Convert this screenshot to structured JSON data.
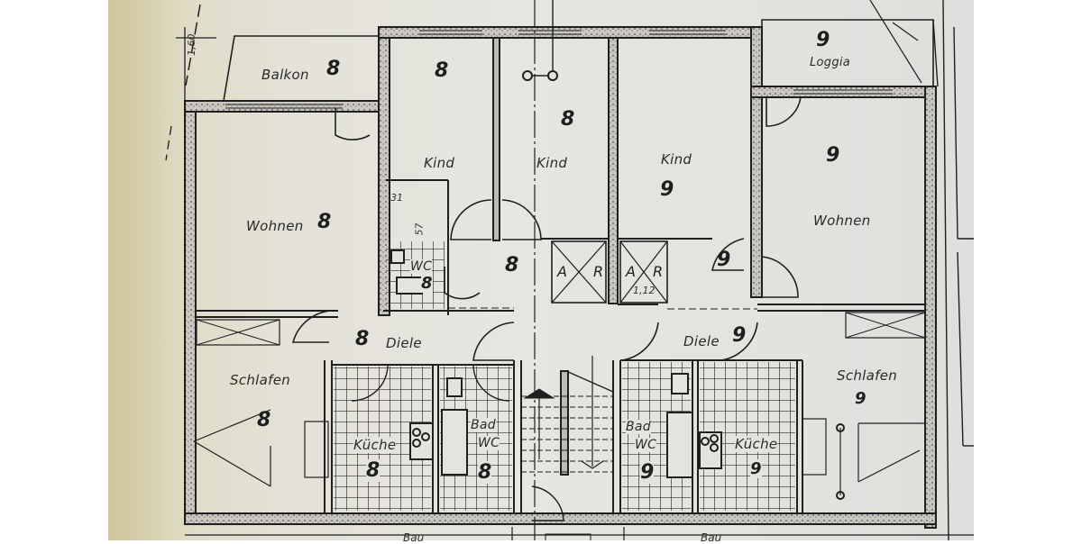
{
  "document": {
    "type": "floor-plan",
    "language": "German",
    "dimension_left": "1,60",
    "dimension_shaft": "1,12",
    "dimension_wc_a": "31",
    "dimension_wc_b": "57",
    "bottom_label": "Bau"
  },
  "unit_8": {
    "rooms": [
      {
        "id": "balkon",
        "label": "Balkon",
        "number": "8"
      },
      {
        "id": "wohnen",
        "label": "Wohnen",
        "number": "8"
      },
      {
        "id": "kind_1",
        "label": "Kind",
        "number": "8"
      },
      {
        "id": "kind_2",
        "label": "Kind",
        "number": "8"
      },
      {
        "id": "wc",
        "label": "WC",
        "number": "8"
      },
      {
        "id": "flur",
        "label": "",
        "number": "8"
      },
      {
        "id": "diele",
        "label": "Diele",
        "number": "8"
      },
      {
        "id": "schlafen",
        "label": "Schlafen",
        "number": "8"
      },
      {
        "id": "kueche",
        "label": "Küche",
        "number": "8"
      },
      {
        "id": "bad",
        "label": "Bad WC",
        "number": "8"
      }
    ]
  },
  "unit_9": {
    "rooms": [
      {
        "id": "loggia",
        "label": "Loggia",
        "number": "9"
      },
      {
        "id": "wohnen",
        "label": "Wohnen",
        "number": "9"
      },
      {
        "id": "kind",
        "label": "Kind",
        "number": "9"
      },
      {
        "id": "flur",
        "label": "",
        "number": "9"
      },
      {
        "id": "diele",
        "label": "Diele",
        "number": "9"
      },
      {
        "id": "schlafen",
        "label": "Schlafen",
        "number": "9"
      },
      {
        "id": "kueche",
        "label": "Küche",
        "number": "9"
      },
      {
        "id": "bad",
        "label": "Bad WC",
        "number": "9"
      }
    ]
  },
  "shafts": [
    {
      "left": "A",
      "right": "R"
    },
    {
      "left": "A",
      "right": "R"
    }
  ],
  "labels": {
    "balkon": "Balkon",
    "wohnen": "Wohnen",
    "kind": "Kind",
    "wc": "WC",
    "diele": "Diele",
    "schlafen": "Schlafen",
    "kueche": "Küche",
    "bad": "Bad",
    "bad_wc": "WC",
    "loggia": "Loggia"
  },
  "colors": {
    "paper": "#e4e3dd",
    "ink": "#1f1f1f",
    "wall_fill": "#bdbbb2",
    "margin": "#ffffff",
    "desk": "#cfc59c"
  }
}
